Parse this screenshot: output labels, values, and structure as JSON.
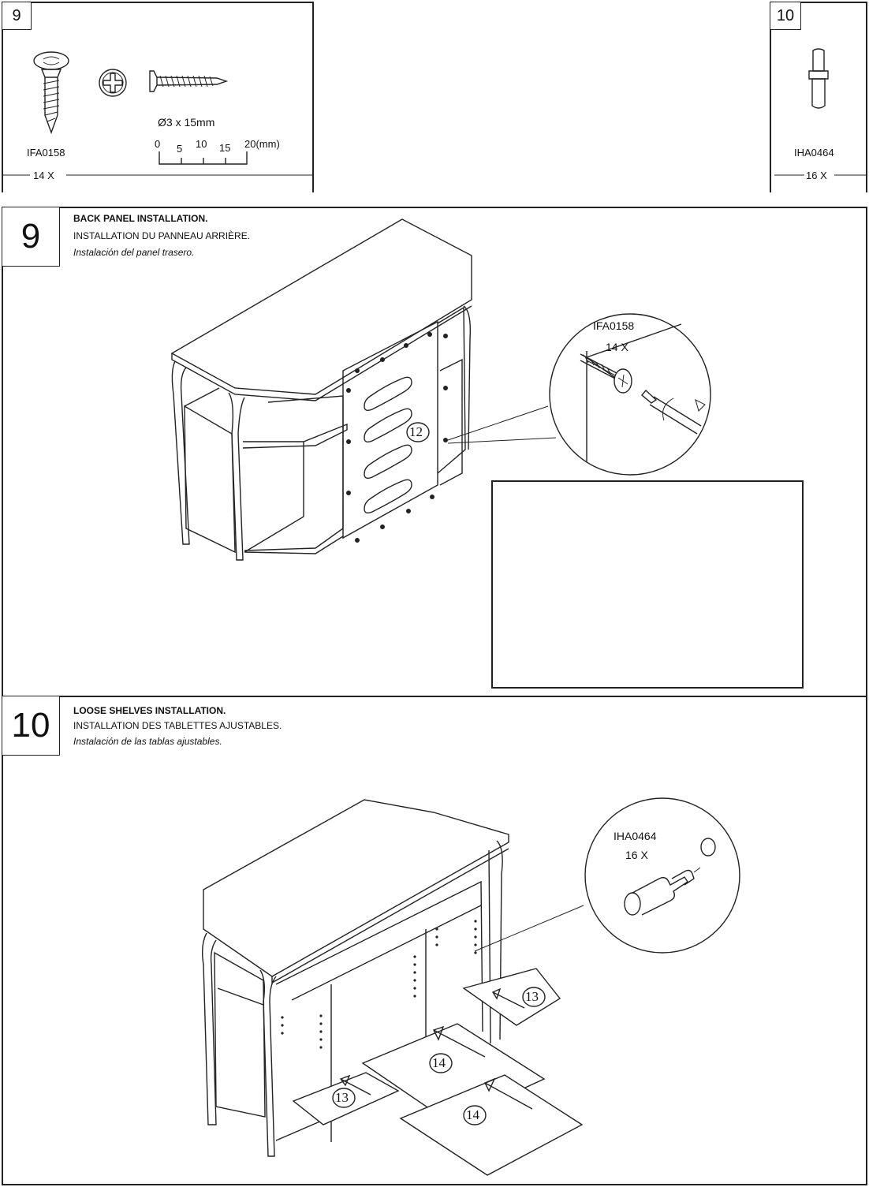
{
  "hardware": {
    "left": {
      "step": "9",
      "part_code": "IFA0158",
      "quantity": "14 X",
      "size": "Ø3 x 15mm",
      "ruler": {
        "ticks": [
          "0",
          "5",
          "10",
          "15",
          "20(mm)"
        ]
      }
    },
    "right": {
      "step": "10",
      "part_code": "IHA0464",
      "quantity": "16 X"
    }
  },
  "step9": {
    "number": "9",
    "title_en": "BACK PANEL INSTALLATION.",
    "title_fr": "INSTALLATION DU PANNEAU ARRIÈRE.",
    "title_es": "Instalación del panel trasero.",
    "part_label": "12",
    "detail": {
      "part_code": "IFA0158",
      "quantity": "14 X"
    }
  },
  "step10": {
    "number": "10",
    "title_en": "LOOSE SHELVES INSTALLATION.",
    "title_fr": "INSTALLATION DES TABLETTES AJUSTABLES.",
    "title_es": "Instalación de las tablas ajustables.",
    "labels": [
      "13",
      "14",
      "13",
      "14"
    ],
    "detail": {
      "part_code": "IHA0464",
      "quantity": "16 X"
    }
  }
}
